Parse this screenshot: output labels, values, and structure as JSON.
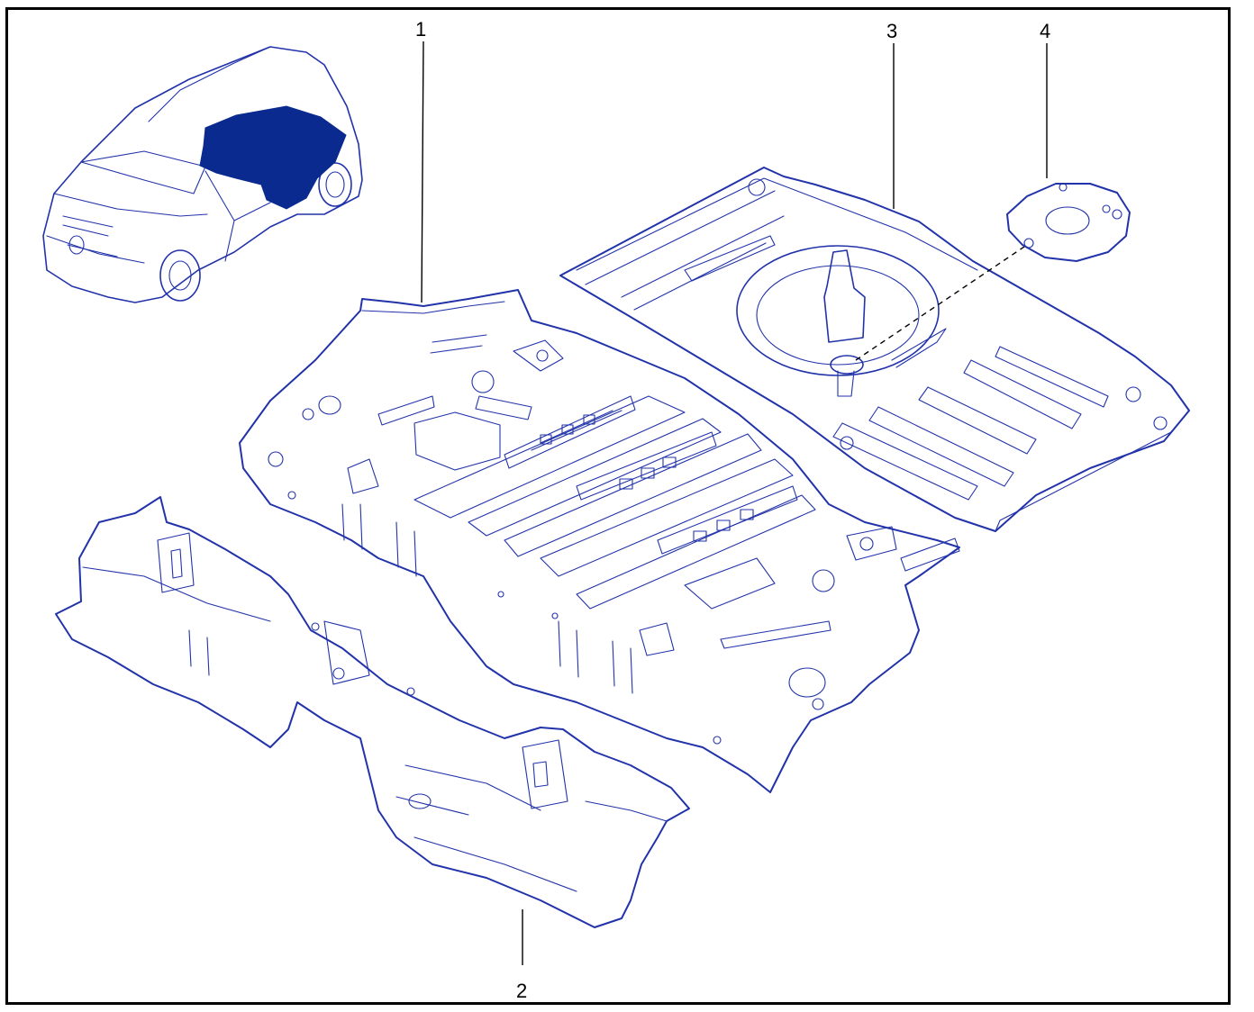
{
  "colors": {
    "line": "#2233aa",
    "highlight": "#0a2a8f",
    "callout": "#000000"
  },
  "callouts": [
    {
      "id": "1",
      "label": "1"
    },
    {
      "id": "2",
      "label": "2"
    },
    {
      "id": "3",
      "label": "3"
    },
    {
      "id": "4",
      "label": "4"
    }
  ]
}
